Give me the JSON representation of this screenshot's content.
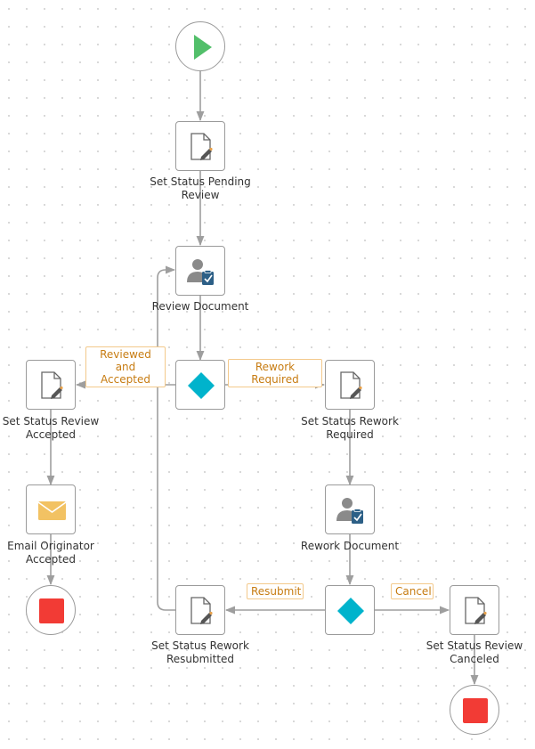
{
  "colors": {
    "start": "#52bf6a",
    "end": "#f23b35",
    "decision": "#00b3cc",
    "edge": "#9e9e9e",
    "email": "#f2c263",
    "edge_label_text": "#c77c12",
    "edge_label_border": "#f3c98b"
  },
  "nodes": {
    "start": {
      "icon": "play-icon"
    },
    "set_pending": {
      "label": "Set Status Pending Review",
      "icon": "document-edit-icon"
    },
    "review_doc": {
      "label": "Review Document",
      "icon": "user-task-icon"
    },
    "decision_1": {
      "icon": "diamond-icon"
    },
    "set_accepted": {
      "label": "Set Status Review Accepted",
      "icon": "document-edit-icon"
    },
    "email_originator": {
      "label": "Email Originator Accepted",
      "icon": "envelope-icon"
    },
    "end_left": {
      "icon": "stop-icon"
    },
    "set_rework_required": {
      "label": "Set Status Rework Required",
      "icon": "document-edit-icon"
    },
    "rework_doc": {
      "label": "Rework Document",
      "icon": "user-task-icon"
    },
    "decision_2": {
      "icon": "diamond-icon"
    },
    "set_resubmitted": {
      "label": "Set Status Rework Resubmitted",
      "icon": "document-edit-icon"
    },
    "set_canceled": {
      "label": "Set Status Review Canceled",
      "icon": "document-edit-icon"
    },
    "end_right": {
      "icon": "stop-icon"
    }
  },
  "edge_labels": {
    "reviewed_accepted": "Reviewed and Accepted",
    "rework_required": "Rework Required",
    "resubmit": "Resubmit",
    "cancel": "Cancel"
  }
}
